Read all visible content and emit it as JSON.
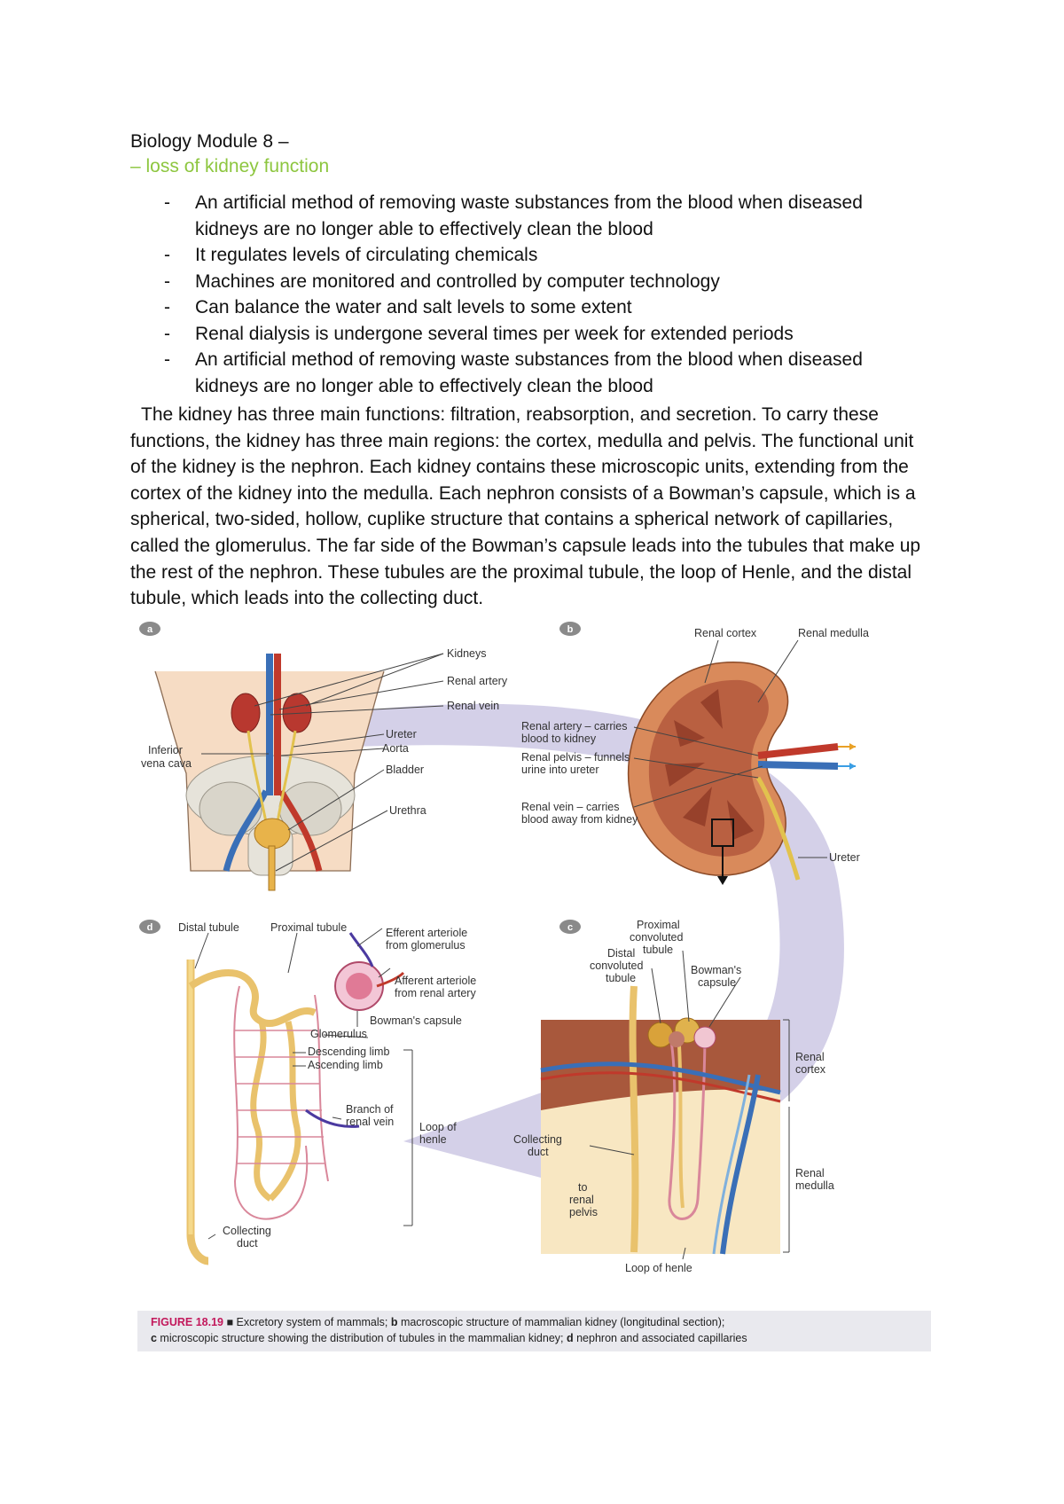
{
  "doc": {
    "title": "Biology Module 8 –",
    "subtitle": "– loss of kidney function",
    "bullets": [
      "An artificial method of removing waste substances from the blood when diseased kidneys are no longer able to effectively clean the blood",
      "It regulates levels of circulating chemicals",
      "Machines are monitored and controlled by computer technology",
      "Can balance the water and salt levels to some extent",
      "Renal dialysis is undergone several times per week for extended periods",
      "An artificial method of removing waste substances from the blood when diseased kidneys are no longer able to effectively clean the blood"
    ],
    "paragraph": "The kidney has three main functions: filtration, reabsorption, and secretion. To carry these functions, the kidney has three main regions: the cortex, medulla and pelvis. The functional unit of the kidney is the nephron. Each kidney contains these microscopic units, extending from the cortex of the kidney into the medulla. Each nephron consists of a Bowman’s capsule, which is a spherical, two-sided, hollow, cuplike structure that contains a spherical network of capillaries, called the glomerulus. The far side of the Bowman’s capsule leads into the tubules that make up the rest of the nephron. These tubules are the proximal tubule, the loop of Henle, and the distal tubule, which leads into the collecting duct."
  },
  "figure": {
    "panel_letters": {
      "a": "a",
      "b": "b",
      "c": "c",
      "d": "d"
    },
    "labels_a": {
      "kidneys": "Kidneys",
      "renal_artery": "Renal artery",
      "renal_vein": "Renal vein",
      "inferior": "Inferior",
      "vena_cava": "vena cava",
      "ureter": "Ureter",
      "aorta": "Aorta",
      "bladder": "Bladder",
      "urethra": "Urethra"
    },
    "labels_b": {
      "renal_cortex": "Renal cortex",
      "renal_medulla": "Renal medulla",
      "artery_1": "Renal artery – carries",
      "artery_2": "blood to kidney",
      "pelvis_1": "Renal pelvis – funnels",
      "pelvis_2": "urine into ureter",
      "vein_1": "Renal vein – carries",
      "vein_2": "blood away from kidney",
      "ureter": "Ureter"
    },
    "labels_c": {
      "proximal_1": "Proximal",
      "proximal_2": "convoluted",
      "proximal_3": "tubule",
      "distal_1": "Distal",
      "distal_2": "convoluted",
      "distal_3": "tubule",
      "bowmans_1": "Bowman's",
      "bowmans_2": "capsule",
      "cortex_1": "Renal",
      "cortex_2": "cortex",
      "medulla_1": "Renal",
      "medulla_2": "medulla",
      "collecting_1": "Collecting",
      "collecting_2": "duct",
      "pelvis_1": "to",
      "pelvis_2": "renal",
      "pelvis_3": "pelvis",
      "loop": "Loop of henle"
    },
    "labels_d": {
      "distal": "Distal tubule",
      "proximal": "Proximal tubule",
      "efferent_1": "Efferent arteriole",
      "efferent_2": "from glomerulus",
      "afferent_1": "Afferent arteriole",
      "afferent_2": "from renal artery",
      "bowmans": "Bowman's capsule",
      "glomerulus": "Glomerulus",
      "descending": "Descending limb",
      "ascending": "Ascending limb",
      "branch_1": "Branch of",
      "branch_2": "renal vein",
      "loop_1": "Loop of",
      "loop_2": "henle",
      "collecting_1": "Collecting",
      "collecting_2": "duct"
    },
    "caption": {
      "label": "FIGURE 18.19",
      "text_1": " Excretory system of mammals; ",
      "b": "b",
      "text_2": " macroscopic structure of mammalian kidney (longitudinal section);",
      "c": "c",
      "text_3": " microscopic structure showing the distribution of tubules in the mammalian kidney; ",
      "d": "d",
      "text_4": " nephron and associated capillaries"
    },
    "colors": {
      "accent_green": "#8dc63f",
      "figure_pink": "#c2185b",
      "artery_red": "#c0392b",
      "vein_blue": "#3a6fb7",
      "kidney_tan": "#d98a5b",
      "arrow_lilac": "#cfcbe6"
    }
  }
}
